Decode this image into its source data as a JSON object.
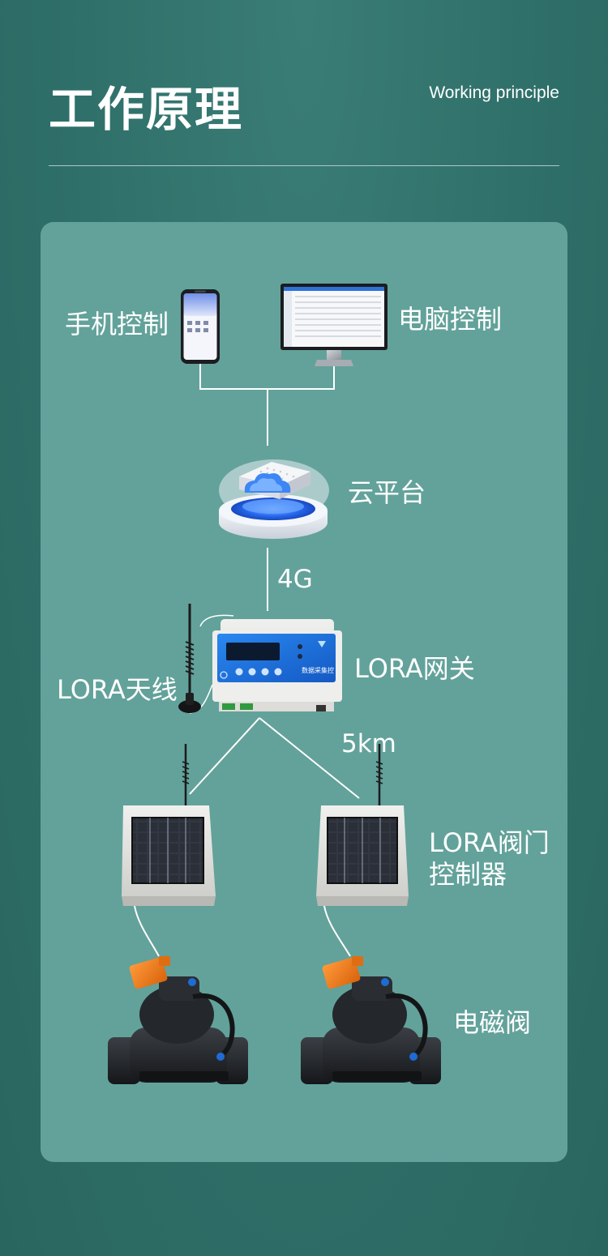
{
  "header": {
    "title": "工作原理",
    "subtitle": "Working principle"
  },
  "nodes": {
    "phone_label": "手机控制",
    "pc_label": "电脑控制",
    "cloud_label": "云平台",
    "link_4g_label": "4G",
    "gateway_label": "LORA网关",
    "antenna_label": "LORA天线",
    "range_label": "5km",
    "controller_label_line1": "LORA阀门",
    "controller_label_line2": "控制器",
    "valve_label": "电磁阀"
  },
  "gateway_panel": {
    "brand_text": "数据采集控"
  },
  "colors": {
    "background": "#2f6f69",
    "card": "#62a29a",
    "valve_actuator": "#f07d1c",
    "gateway_panel": "#1c6fd8",
    "cloud_glow": "#2a6cf0"
  }
}
